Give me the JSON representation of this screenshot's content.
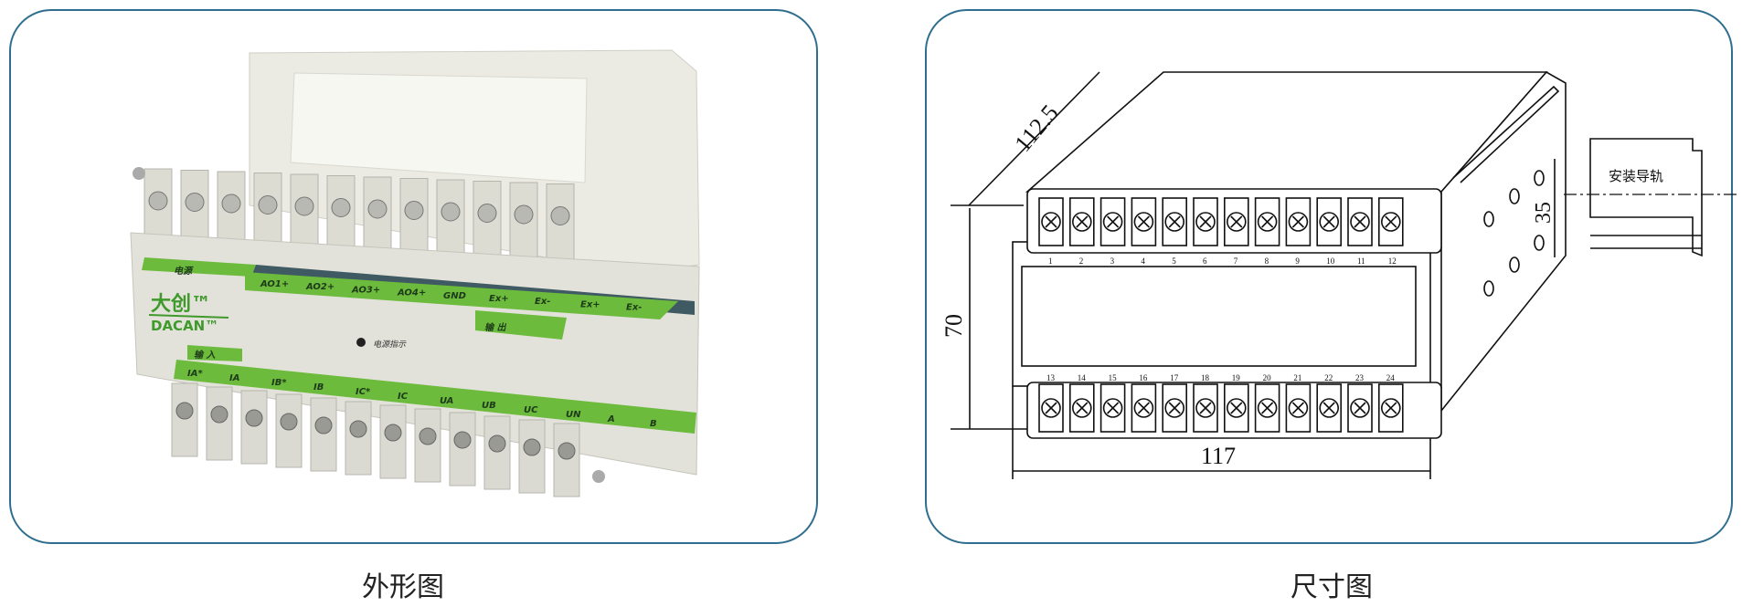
{
  "captions": {
    "left": "外形图",
    "right": "尺寸图"
  },
  "device": {
    "brand_cn": "大创™",
    "brand_en": "DACAN™",
    "power_label": "电源",
    "output_label": "输 出",
    "input_label": "输 入",
    "indicator_label": "电源指示",
    "output_terminals": [
      "AO1+",
      "AO2+",
      "AO3+",
      "AO4+",
      "GND",
      "Ex+",
      "Ex-",
      "Ex+",
      "Ex-"
    ],
    "input_terminals": [
      "IA*",
      "IA",
      "IB*",
      "IB",
      "IC*",
      "IC",
      "UA",
      "UB",
      "UC",
      "UN",
      "A",
      "B"
    ],
    "colors": {
      "green": "#6cbb3c",
      "slate": "#3f5a63",
      "body": "#e4e4dc"
    }
  },
  "drawing": {
    "depth": "112.5",
    "height": "70",
    "width": "117",
    "rail_height": "35",
    "rail_label": "安装导轨",
    "top_numbers": [
      "1",
      "2",
      "3",
      "4",
      "5",
      "6",
      "7",
      "8",
      "9",
      "10",
      "11",
      "12"
    ],
    "bottom_numbers": [
      "13",
      "14",
      "15",
      "16",
      "17",
      "18",
      "19",
      "20",
      "21",
      "22",
      "23",
      "24"
    ]
  }
}
